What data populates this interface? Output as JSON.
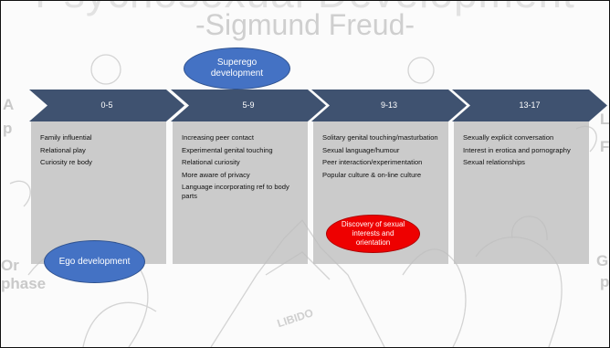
{
  "slide": {
    "title": "Psychosexual Development",
    "subtitle": "-Sigmund Freud-",
    "background_words": [
      "A",
      "p",
      "Or",
      "phase",
      "L",
      "F",
      "G",
      "p",
      "LIBIDO"
    ]
  },
  "stages": [
    {
      "age": "0-5",
      "items": [
        "Family influential",
        "Relational play",
        "Curiosity re body"
      ]
    },
    {
      "age": "5-9",
      "items": [
        "Increasing peer contact",
        "Experimental genital touching",
        "Relational curiosity",
        "More aware of privacy",
        "Language incorporating ref to body parts"
      ]
    },
    {
      "age": "9-13",
      "items": [
        "Solitary genital touching/masturbation",
        "Sexual language/humour",
        "Peer interaction/experimentation",
        "Popular culture & on-line culture"
      ]
    },
    {
      "age": "13-17",
      "items": [
        "Sexually explicit conversation",
        "Interest in erotica and pornography",
        "Sexual relationships"
      ]
    }
  ],
  "bubbles": {
    "superego": "Superego development",
    "ego": "Ego development",
    "discovery": "Discovery of sexual interests and orientation"
  },
  "colors": {
    "arrow": "#3f5270",
    "blue_bubble": "#4472c4",
    "red_bubble": "#ee0000"
  }
}
